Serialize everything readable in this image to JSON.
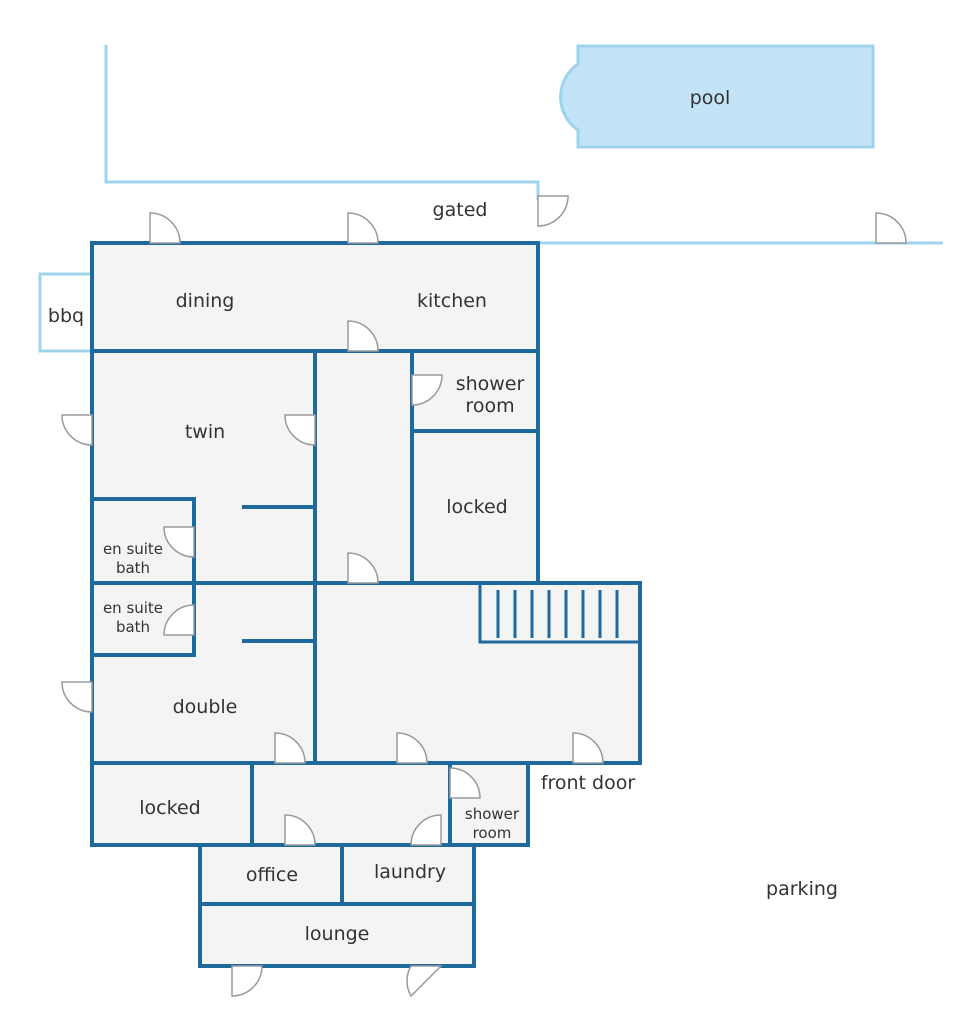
{
  "labels": {
    "pool": "pool",
    "gated": "gated",
    "bbq": "bbq",
    "dining": "dining",
    "kitchen": "kitchen",
    "shower_room_top_1": "shower",
    "shower_room_top_2": "room",
    "twin": "twin",
    "locked_right": "locked",
    "en_suite_1_a": "en suite",
    "en_suite_1_b": "bath",
    "en_suite_2_a": "en suite",
    "en_suite_2_b": "bath",
    "double": "double",
    "locked_left": "locked",
    "shower_room_bottom_1": "shower",
    "shower_room_bottom_2": "room",
    "front_door": "front door",
    "office": "office",
    "laundry": "laundry",
    "lounge": "lounge",
    "parking": "parking"
  },
  "colors": {
    "wall": "#1e6a9c",
    "fence": "#9fd3ec",
    "room_fill": "#f4f4f4",
    "pool_fill": "#c3e3f6"
  }
}
